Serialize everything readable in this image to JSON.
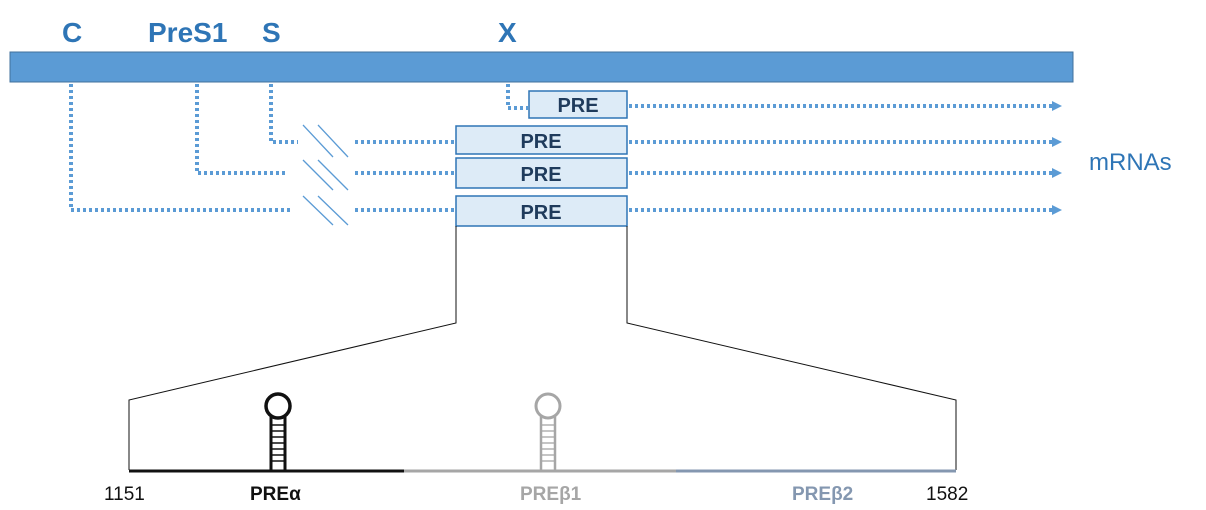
{
  "promoters": [
    "C",
    "PreS1",
    "S",
    "X"
  ],
  "pre_boxes": [
    "PRE",
    "PRE",
    "PRE",
    "PRE"
  ],
  "mrna_label": "mRNAs",
  "region": {
    "start": "1151",
    "end": "1582",
    "elements": [
      {
        "label": "PREα",
        "color": "#111111"
      },
      {
        "label": "PREβ1",
        "color": "#a6a6a6"
      },
      {
        "label": "PREβ2",
        "color": "#8497b0"
      }
    ]
  },
  "colors": {
    "genome_bar": "#5b9bd5",
    "dotted": "#5b9bd5",
    "pre_fill": "#ddebf7",
    "pre_border": "#2e75b6"
  }
}
